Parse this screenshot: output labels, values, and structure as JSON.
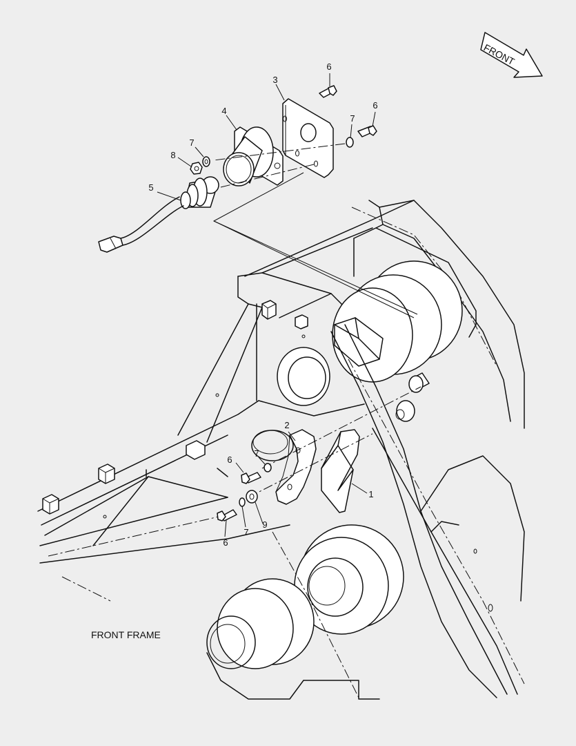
{
  "frame_caption": "FRONT FRAME",
  "direction_label": "FRONT",
  "callouts": [
    {
      "key": "c1",
      "text": "1"
    },
    {
      "key": "c2",
      "text": "2"
    },
    {
      "key": "c3",
      "text": "3"
    },
    {
      "key": "c4",
      "text": "4"
    },
    {
      "key": "c5",
      "text": "5"
    },
    {
      "key": "c6a",
      "text": "6"
    },
    {
      "key": "c6b",
      "text": "6"
    },
    {
      "key": "c6c",
      "text": "6"
    },
    {
      "key": "c6d",
      "text": "6"
    },
    {
      "key": "c7a",
      "text": "7"
    },
    {
      "key": "c7b",
      "text": "7"
    },
    {
      "key": "c7c",
      "text": "7"
    },
    {
      "key": "c7d",
      "text": "7"
    },
    {
      "key": "c8",
      "text": "8"
    },
    {
      "key": "c9",
      "text": "9"
    }
  ]
}
